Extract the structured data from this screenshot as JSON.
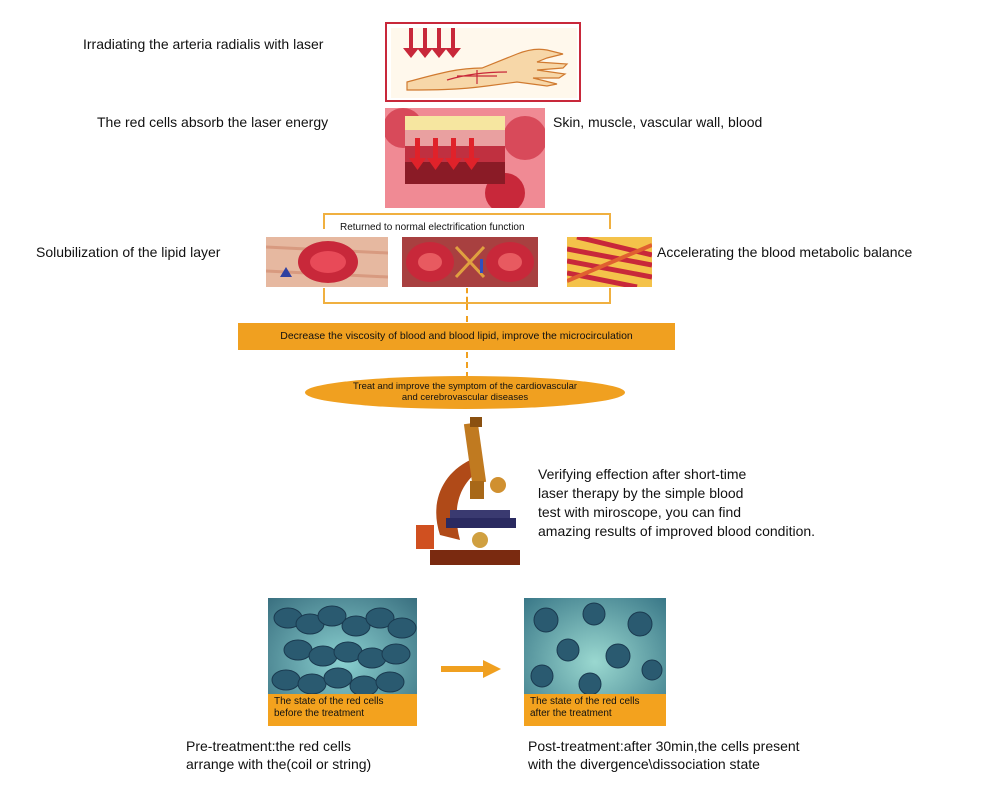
{
  "labels": {
    "step1": "Irradiating the arteria radialis with laser",
    "step2": "The red cells absorb the laser energy",
    "layers": "Skin, muscle, vascular wall, blood",
    "returned": "Returned to normal electrification function",
    "lipid": "Solubilization of the lipid layer",
    "metabolic": "Accelerating the blood metabolic balance",
    "viscosity": "Decrease the viscosity of blood and blood lipid, improve the microcirculation",
    "treat_line1": "Treat and improve the symptom of the cardiovascular",
    "treat_line2": "and cerebrovascular diseases",
    "verify_line1": "Verifying effection after short-time",
    "verify_line2": "laser therapy by the simple blood",
    "verify_line3": "test with miroscope, you can find",
    "verify_line4": "amazing results of improved blood condition.",
    "before_cap_line1": "The state of the red cells",
    "before_cap_line2": "before the treatment",
    "after_cap_line1": "The state of the red cells",
    "after_cap_line2": "after the treatment",
    "pre_line1": "Pre-treatment:the red cells",
    "pre_line2": "arrange with the(coil or string)",
    "post_line1": "Post-treatment:after 30min,the cells present",
    "post_line2": "with the divergence\\dissociation state"
  },
  "colors": {
    "accent": "#f0a020",
    "blood": "#c8283a",
    "cell_blue": "#2f6f8a"
  },
  "icons": [
    "hand-icon",
    "laser-arrow-icon",
    "red-cell-icon",
    "microscope-icon",
    "right-arrow-icon"
  ]
}
